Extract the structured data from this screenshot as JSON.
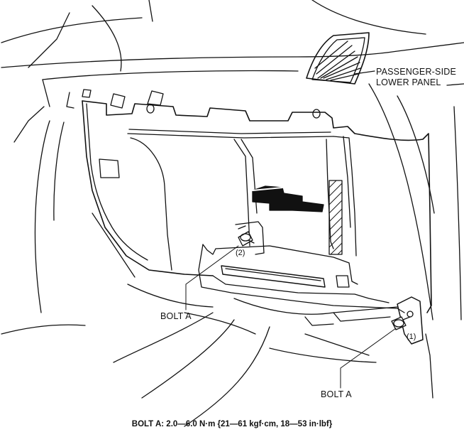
{
  "labels": {
    "panel_line1": "PASSENGER-SIDE",
    "panel_line2": "LOWER PANEL",
    "bolt_a_left": "BOLT A",
    "bolt_a_right": "BOLT A",
    "callout_1": "(1)",
    "callout_2": "(2)"
  },
  "torque_spec": "BOLT A: 2.0—6.0 N·m {21—61 kgf·cm, 18—53 in·lbf}"
}
